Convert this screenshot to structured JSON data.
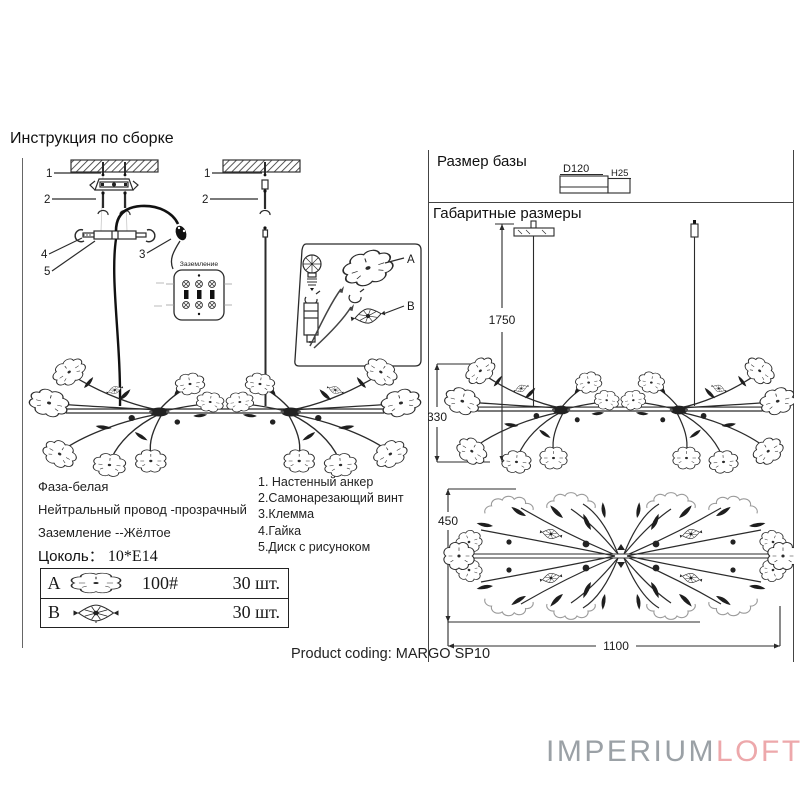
{
  "document": {
    "assembly_title": "Инструкция по сборке",
    "product_coding": "Product coding: MARGO SP10"
  },
  "assembly": {
    "callout_1": "1",
    "callout_2": "2",
    "callout_3": "3",
    "callout_4": "4",
    "callout_5": "5",
    "v2_callout_1": "1",
    "v2_callout_2": "2",
    "ground_box_label": "Заземление",
    "inset_label_a": "A",
    "inset_label_b": "B"
  },
  "specs": {
    "wiring": [
      "Фаза-белая",
      "Нейтральный провод -прозрачный",
      "Заземление --Жёлтое"
    ],
    "socket_label": "Цоколь：",
    "socket_value": "10*E14",
    "parts_list": [
      "1. Настенный анкер",
      "2.Самонарезающий винт",
      "3.Клемма",
      "4.Гайка",
      "5.Диск с рисуноком"
    ]
  },
  "components_table": {
    "row_a": {
      "letter": "A",
      "spec": "100#",
      "qty": "30 шт."
    },
    "row_b": {
      "letter": "B",
      "qty": "30 шт."
    }
  },
  "dimensions": {
    "base_section_title": "Размер базы",
    "overall_section_title": "Габаритные размеры",
    "base_diameter": "D120",
    "base_height": "H25",
    "hanging_height": "1750",
    "fixture_height": "330",
    "top_view_width": "450",
    "top_view_length": "1100"
  },
  "brand": {
    "logo_gray": "IMPERIUM",
    "logo_pink": "LOFT",
    "gray_color": "#9ba1a6",
    "pink_color": "#eda8ab"
  }
}
